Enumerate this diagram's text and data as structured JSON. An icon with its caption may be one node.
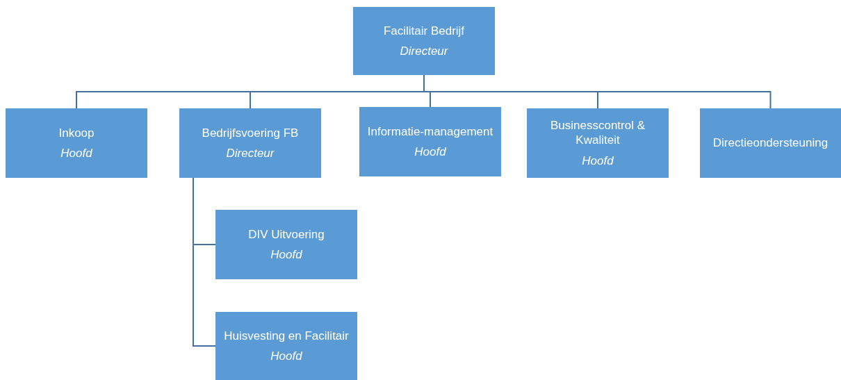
{
  "diagram": {
    "nodes": [
      {
        "text": [
          "Facilitair Bedrijf",
          "Directeur"
        ]
      },
      {
        "text": [
          "Inkoop",
          "Hoofd"
        ]
      },
      {
        "text": [
          "Bedrijfsvoering FB",
          "Directeur"
        ]
      },
      {
        "text": [
          "Informatie-management",
          "Hoofd"
        ]
      },
      {
        "text": [
          "Businesscontrol & Kwaliteit",
          "Hoofd"
        ]
      },
      {
        "text": [
          "Directieondersteuning"
        ]
      },
      {
        "text": [
          "DIV Uitvoering",
          "Hoofd"
        ]
      },
      {
        "text": [
          "Huisvesting en Facilitair",
          "Hoofd"
        ]
      }
    ],
    "edges": [
      {
        "from": 0,
        "to": 1,
        "arrow": "none"
      },
      {
        "from": 0,
        "to": 2,
        "arrow": "none"
      },
      {
        "from": 0,
        "to": 3,
        "arrow": "none"
      },
      {
        "from": 0,
        "to": 4,
        "arrow": "none"
      },
      {
        "from": 0,
        "to": 5,
        "arrow": "none"
      },
      {
        "from": 2,
        "to": 6,
        "arrow": "none"
      },
      {
        "from": 2,
        "to": 7,
        "arrow": "none"
      }
    ]
  }
}
